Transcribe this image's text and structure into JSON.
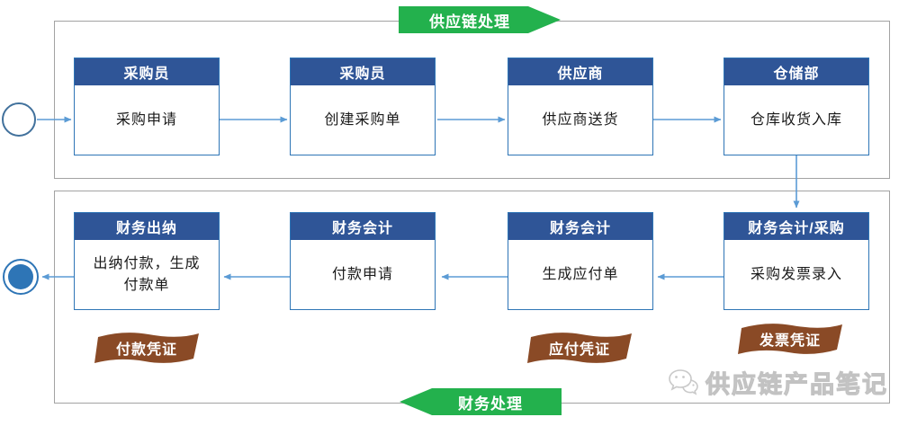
{
  "diagram": {
    "top_banner": "供应链处理",
    "bottom_banner": "财务处理",
    "supply_chain": {
      "boxes": [
        {
          "role": "采购员",
          "step": "采购申请"
        },
        {
          "role": "采购员",
          "step": "创建采购单"
        },
        {
          "role": "供应商",
          "step": "供应商送货"
        },
        {
          "role": "仓储部",
          "step": "仓库收货入库"
        }
      ]
    },
    "finance": {
      "boxes": [
        {
          "role": "财务出纳",
          "step": "出纳付款，生成\n付款单"
        },
        {
          "role": "财务会计",
          "step": "付款申请"
        },
        {
          "role": "财务会计",
          "step": "生成应付单"
        },
        {
          "role": "财务会计/采购",
          "step": "采购发票录入"
        }
      ],
      "ribbons": [
        {
          "label": "付款凭证"
        },
        {
          "label": "应付凭证"
        },
        {
          "label": "发票凭证"
        }
      ]
    },
    "watermark": "供应链产品笔记",
    "colors": {
      "banner_green": "#23b14d",
      "header_blue": "#2f5597",
      "box_border_blue": "#2e75b6",
      "arrow_blue": "#5b9bd5",
      "ribbon_brown": "#8a4a26",
      "container_gray": "#a3a3a3",
      "end_node_blue": "#2e75b6"
    }
  }
}
